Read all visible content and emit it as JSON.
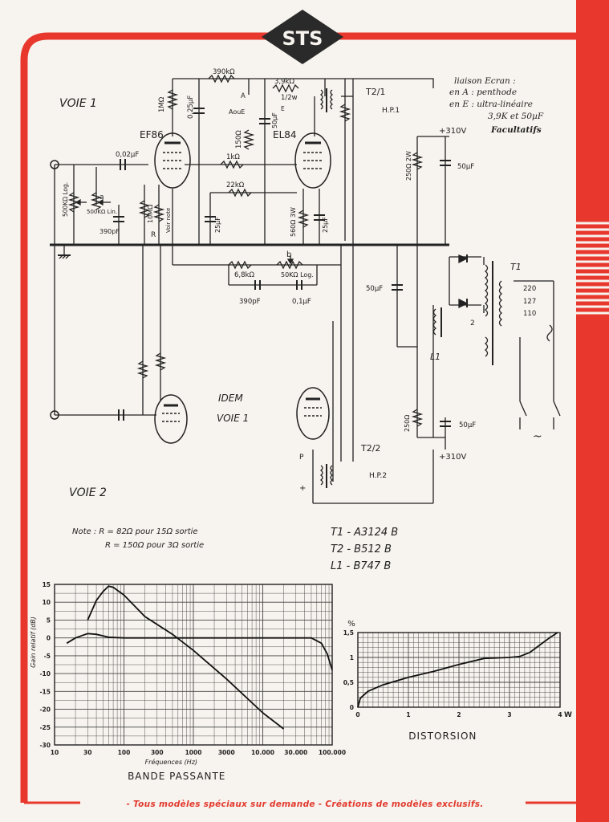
{
  "logo": {
    "text": "STS"
  },
  "colors": {
    "red": "#e8382d",
    "ink": "#222222",
    "paper": "#f7f3ee"
  },
  "schematic": {
    "voie1": "VOIE 1",
    "voie2": "VOIE 2",
    "idem": "IDEM",
    "idem2": "VOIE 1",
    "tubes": {
      "ef86": "EF86",
      "el84": "EL84"
    },
    "note_ecran": {
      "line1": "liaison Ecran :",
      "line2": "en A : penthode",
      "line3": "en E : ultra-linéaire",
      "line4": "3,9K et 50µF",
      "line5": "Facultatifs"
    },
    "components": {
      "r390k": "390kΩ",
      "r39k": "3,9kΩ",
      "w12": "1/2w",
      "a_top": "A",
      "aoue": "AouE",
      "e_lbl": "E",
      "r1m": "1MΩ",
      "c025": "0,25µF",
      "c50_top": "50µF",
      "r150": "150Ω",
      "t21": "T2/1",
      "hp1": "H.P.1",
      "r1k": "1kΩ",
      "r22k": "22kΩ",
      "c002": "0,02µF",
      "pot500log": "500KΩ Log.",
      "pot_a": "a",
      "pot500lin": "500KΩ Lin.",
      "c390_in": "390pF",
      "r10m": "10MΩ",
      "r_lbl": "R",
      "voirnote": "Voir note",
      "c25": "25µF",
      "r560": "560Ω 3W",
      "c25b": "25µF",
      "b_lbl": "b",
      "r68k": "6,8kΩ",
      "pot50log": "50KΩ Log.",
      "c390fb": "390pF",
      "c01": "0,1µF",
      "v310": "+310V",
      "r250w": "250Ω 2W",
      "c50r1": "50µF",
      "c50r2": "50µF",
      "l1": "L1",
      "t1": "T1",
      "tap220": "220",
      "tap127": "127",
      "tap110": "110",
      "r250b": "250Ω",
      "c50r3": "50µF",
      "v310b": "+310V",
      "t22": "T2/2",
      "hp2": "H.P.2",
      "p_lbl": "P",
      "plus_lbl": "+",
      "tilde": "~",
      "two": "2"
    },
    "note_r": {
      "line1": "Note : R = 82Ω pour 15Ω sortie",
      "line2": "R = 150Ω pour 3Ω sortie"
    },
    "parts_list": [
      "T1 - A3124 B",
      "T2 - B512 B",
      "L1 - B747 B"
    ]
  },
  "chart_data": [
    {
      "type": "line",
      "title": "BANDE PASSANTE",
      "xlabel": "Fréquences (Hz)",
      "ylabel": "Gain relatif (dB)",
      "xscale": "log",
      "xlim": [
        10,
        100000
      ],
      "ylim": [
        -30,
        15
      ],
      "xticks": [
        "10",
        "30",
        "100",
        "300",
        "1000",
        "3000",
        "10.000",
        "30.000",
        "100.000"
      ],
      "yticks": [
        "15",
        "10",
        "5",
        "0",
        "-5",
        "-10",
        "-15",
        "-20",
        "-25",
        "-30"
      ],
      "grid": true,
      "series": [
        {
          "x": [
            30,
            40,
            50,
            60,
            70,
            100,
            200,
            500,
            1000,
            3000,
            10000,
            20000
          ],
          "y": [
            5,
            10.5,
            13,
            14.5,
            14.2,
            12,
            6,
            1,
            -3.5,
            -11.5,
            -21,
            -25.5
          ]
        },
        {
          "x": [
            15,
            20,
            30,
            40,
            60,
            100,
            200,
            1000,
            10000,
            50000,
            70000,
            85000,
            100000
          ],
          "y": [
            -1.5,
            0,
            1.2,
            1,
            0.2,
            0,
            0,
            0,
            0,
            0,
            -1.5,
            -4.5,
            -9
          ]
        }
      ]
    },
    {
      "type": "line",
      "title": "DISTORSION",
      "xlabel": "W",
      "ylabel": "%",
      "xlim": [
        0,
        4
      ],
      "ylim": [
        0,
        1.5
      ],
      "xticks": [
        "0",
        "1",
        "2",
        "3",
        "4"
      ],
      "yticks": [
        "0",
        "0,5",
        "1",
        "1,5"
      ],
      "grid": true,
      "series": [
        {
          "x": [
            0,
            0.05,
            0.2,
            0.5,
            1,
            1.5,
            2,
            2.5,
            3,
            3.2,
            3.4,
            3.6,
            3.8,
            3.95
          ],
          "y": [
            0,
            0.18,
            0.32,
            0.45,
            0.6,
            0.72,
            0.86,
            0.98,
            1.0,
            1.02,
            1.1,
            1.25,
            1.4,
            1.5
          ]
        }
      ]
    }
  ],
  "footer": "- Tous modèles spéciaux sur demande - Créations de modèles exclusifs."
}
